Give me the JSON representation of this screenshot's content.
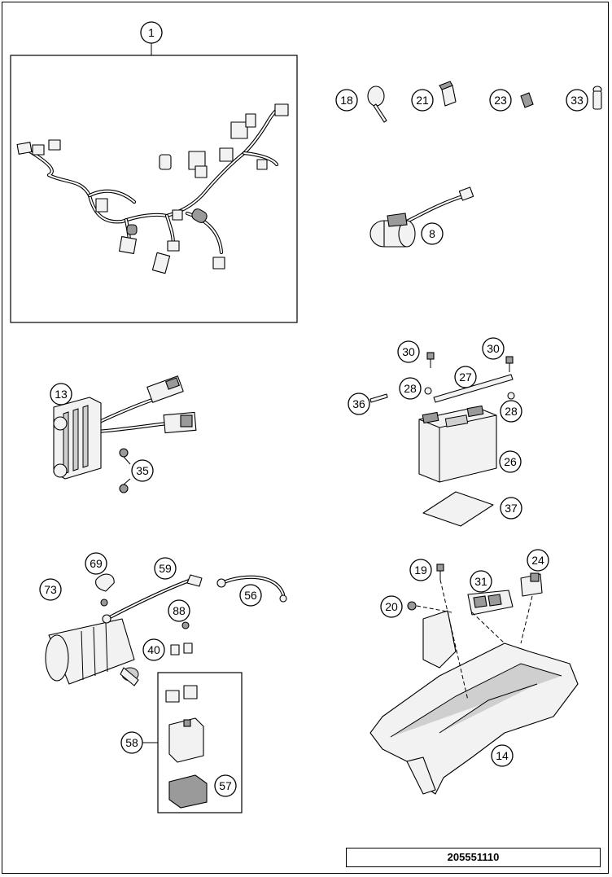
{
  "drawing_number": "205551110",
  "callouts": {
    "c1": "1",
    "c8": "8",
    "c13": "13",
    "c14": "14",
    "c18": "18",
    "c19": "19",
    "c20": "20",
    "c21": "21",
    "c23": "23",
    "c24": "24",
    "c26": "26",
    "c27": "27",
    "c28a": "28",
    "c28b": "28",
    "c30a": "30",
    "c30b": "30",
    "c31": "31",
    "c33": "33",
    "c35": "35",
    "c36": "36",
    "c37": "37",
    "c40": "40",
    "c56": "56",
    "c57": "57",
    "c58": "58",
    "c59": "59",
    "c69": "69",
    "c73": "73",
    "c88": "88"
  }
}
